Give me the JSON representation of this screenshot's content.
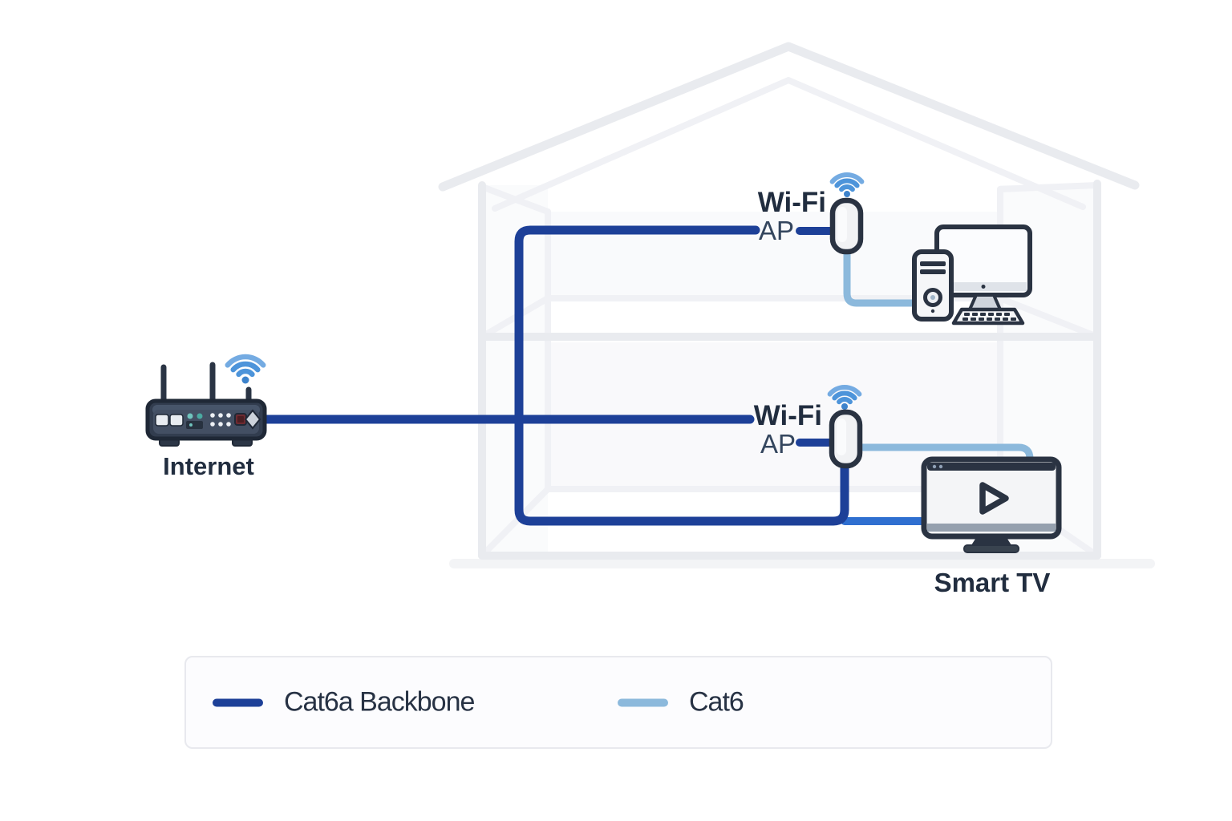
{
  "colors": {
    "cat6a": "#1d4098",
    "cat6": "#8cb9dc",
    "cat6_drop": "#2f6fd0",
    "wifi": "#4d94da",
    "wifi_light": "#74abe2",
    "outline": "#2a3342",
    "house": "#e9ebef",
    "house_light": "#f0f1f5",
    "text": "#212d3f"
  },
  "diagram": {
    "internet_label": "Internet",
    "access_points": [
      {
        "name": "upper-floor-ap",
        "line1": "Wi-Fi",
        "line2": "AP"
      },
      {
        "name": "lower-floor-ap",
        "line1": "Wi-Fi",
        "line2": "AP"
      }
    ],
    "smart_tv_label": "Smart TV"
  },
  "legend": {
    "items": [
      {
        "label": "Cat6a Backbone",
        "color": "#1d4098"
      },
      {
        "label": "Cat6",
        "color": "#8cb9dc"
      }
    ]
  }
}
